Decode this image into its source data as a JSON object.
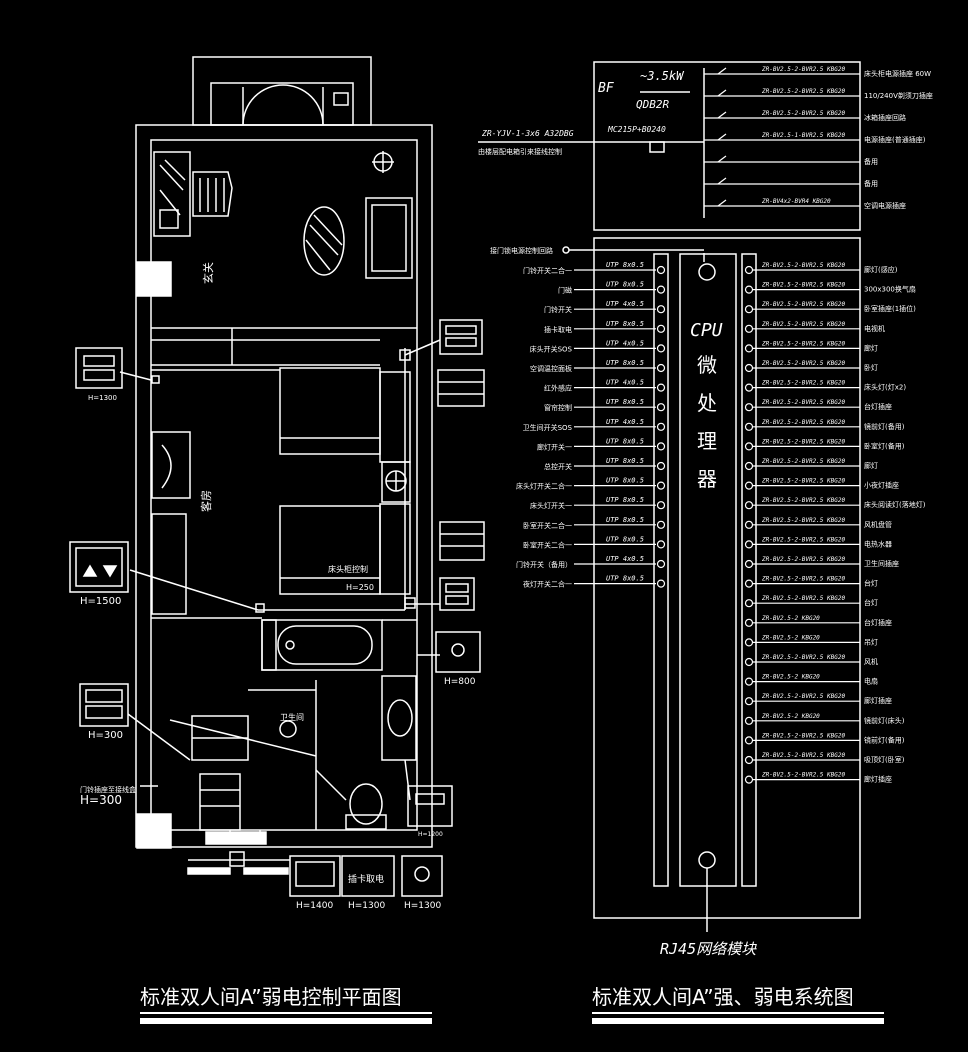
{
  "plan": {
    "caption": "标准双人间A”弱电控制平面图",
    "room_label_top": "玄关",
    "room_label_mid": "客房",
    "bath_label": "卫生间",
    "bed_label": "床头柜控制",
    "bed_sub": "H=250",
    "heights": {
      "h1": "H=1300",
      "h2": "H=1500",
      "h3": "H=300",
      "h4": "H=1400",
      "h5": "H=1300",
      "h6": "H=1300",
      "h7": "H=800",
      "h8": "H=300",
      "h9": "H=1200"
    },
    "panel_label": "插卡取电",
    "left_mini_label": "门铃插座至接线盒"
  },
  "system": {
    "caption": "标准双人间A”强、弱电系统图",
    "breaker": {
      "bf": "BF",
      "power": "~3.5kW",
      "code": "QDB2R",
      "main_switch": "MC215P+B0240",
      "feed_cable": "ZR-YJV-1-3x6 A32DBG",
      "feed_note": "由楼层配电箱引来接线控制"
    },
    "outputs": [
      {
        "label": "ZR-BV2.5-2-BVR2.5 KBG20",
        "desc": "床头柜电源插座 60W"
      },
      {
        "label": "ZR-BV2.5-2-BVR2.5 KBG20",
        "desc": "110/240V剃须刀插座"
      },
      {
        "label": "ZR-BV2.5-2-BVR2.5 KBG20",
        "desc": "冰箱插座回路"
      },
      {
        "label": "ZR-BV2.5-1-BVR2.5 KBG20",
        "desc": "电源插座(普通插座)"
      },
      {
        "label": "",
        "desc": "备用"
      },
      {
        "label": "",
        "desc": "备用"
      },
      {
        "label": "ZR-BV4x2-BVR4 KBG20",
        "desc": "空调电源插座"
      }
    ],
    "cpu": {
      "label": "CPU",
      "chars": [
        "微",
        "处",
        "理",
        "器"
      ]
    },
    "rj45": "RJ45网络模块",
    "top_left_input": "接门锁电源控制回路",
    "inputs": [
      {
        "name": "门铃开关二合一",
        "code": "UTP 8x0.5"
      },
      {
        "name": "门磁",
        "code": "UTP 8x0.5"
      },
      {
        "name": "门铃开关",
        "code": "UTP 4x0.5"
      },
      {
        "name": "插卡取电",
        "code": "UTP 8x0.5"
      },
      {
        "name": "床头开关SOS",
        "code": "UTP 4x0.5"
      },
      {
        "name": "空调温控面板",
        "code": "UTP 8x0.5"
      },
      {
        "name": "红外感应",
        "code": "UTP 4x0.5"
      },
      {
        "name": "窗帘控制",
        "code": "UTP 8x0.5"
      },
      {
        "name": "卫生间开关SOS",
        "code": "UTP 4x0.5"
      },
      {
        "name": "廊灯开关一",
        "code": "UTP 8x0.5"
      },
      {
        "name": "总控开关",
        "code": "UTP 8x0.5"
      },
      {
        "name": "床头灯开关二合一",
        "code": "UTP 8x0.5"
      },
      {
        "name": "床头灯开关一",
        "code": "UTP 8x0.5"
      },
      {
        "name": "卧室开关二合一",
        "code": "UTP 8x0.5"
      },
      {
        "name": "卧室开关二合一",
        "code": "UTP 8x0.5"
      },
      {
        "name": "门铃开关（备用）",
        "code": "UTP 4x0.5"
      },
      {
        "name": "夜灯开关二合一",
        "code": "UTP 8x0.5"
      }
    ],
    "outputs_right": [
      {
        "code": "ZR-BV2.5-2-BVR2.5 KBG20",
        "desc": "廊灯(感应)"
      },
      {
        "code": "ZR-BV2.5-2-BVR2.5 KBG20",
        "desc": "300x300换气扇"
      },
      {
        "code": "ZR-BV2.5-2-BVR2.5 KBG20",
        "desc": "卧室插座(1插位)"
      },
      {
        "code": "ZR-BV2.5-2-BVR2.5 KBG20",
        "desc": "电视机"
      },
      {
        "code": "ZR-BV2.5-2-BVR2.5 KBG20",
        "desc": "廊灯"
      },
      {
        "code": "ZR-BV2.5-2-BVR2.5 KBG20",
        "desc": "卧灯"
      },
      {
        "code": "ZR-BV2.5-2-BVR2.5 KBG20",
        "desc": "床头灯(灯x2)"
      },
      {
        "code": "ZR-BV2.5-2-BVR2.5 KBG20",
        "desc": "台灯插座"
      },
      {
        "code": "ZR-BV2.5-2-BVR2.5 KBG20",
        "desc": "镜前灯(备用)"
      },
      {
        "code": "ZR-BV2.5-2-BVR2.5 KBG20",
        "desc": "卧室灯(备用)"
      },
      {
        "code": "ZR-BV2.5-2-BVR2.5 KBG20",
        "desc": "廊灯"
      },
      {
        "code": "ZR-BV2.5-2-BVR2.5 KBG20",
        "desc": "小夜灯插座"
      },
      {
        "code": "ZR-BV2.5-2-BVR2.5 KBG20",
        "desc": "床头阅读灯(落地灯)"
      },
      {
        "code": "ZR-BV2.5-2-BVR2.5 KBG20",
        "desc": "风机盘管"
      },
      {
        "code": "ZR-BV2.5-2-BVR2.5 KBG20",
        "desc": "电热水器"
      },
      {
        "code": "ZR-BV2.5-2-BVR2.5 KBG20",
        "desc": "卫生间插座"
      },
      {
        "code": "ZR-BV2.5-2-BVR2.5 KBG20",
        "desc": "台灯"
      },
      {
        "code": "ZR-BV2.5-2-BVR2.5 KBG20",
        "desc": "台灯"
      },
      {
        "code": "ZR-BV2.5-2 KBG20",
        "desc": "台灯插座"
      },
      {
        "code": "ZR-BV2.5-2 KBG20",
        "desc": "吊灯"
      },
      {
        "code": "ZR-BV2.5-2-BVR2.5 KBG20",
        "desc": "风机"
      },
      {
        "code": "ZR-BV2.5-2 KBG20",
        "desc": "电扇"
      },
      {
        "code": "ZR-BV2.5-2-BVR2.5 KBG20",
        "desc": "廊灯插座"
      },
      {
        "code": "ZR-BV2.5-2 KBG20",
        "desc": "镜前灯(床头)"
      },
      {
        "code": "ZR-BV2.5-2-BVR2.5 KBG20",
        "desc": "镜前灯(备用)"
      },
      {
        "code": "ZR-BV2.5-2-BVR2.5 KBG20",
        "desc": "吸顶灯(卧室)"
      },
      {
        "code": "ZR-BV2.5-2-BVR2.5 KBG20",
        "desc": "廊灯插座"
      }
    ]
  }
}
